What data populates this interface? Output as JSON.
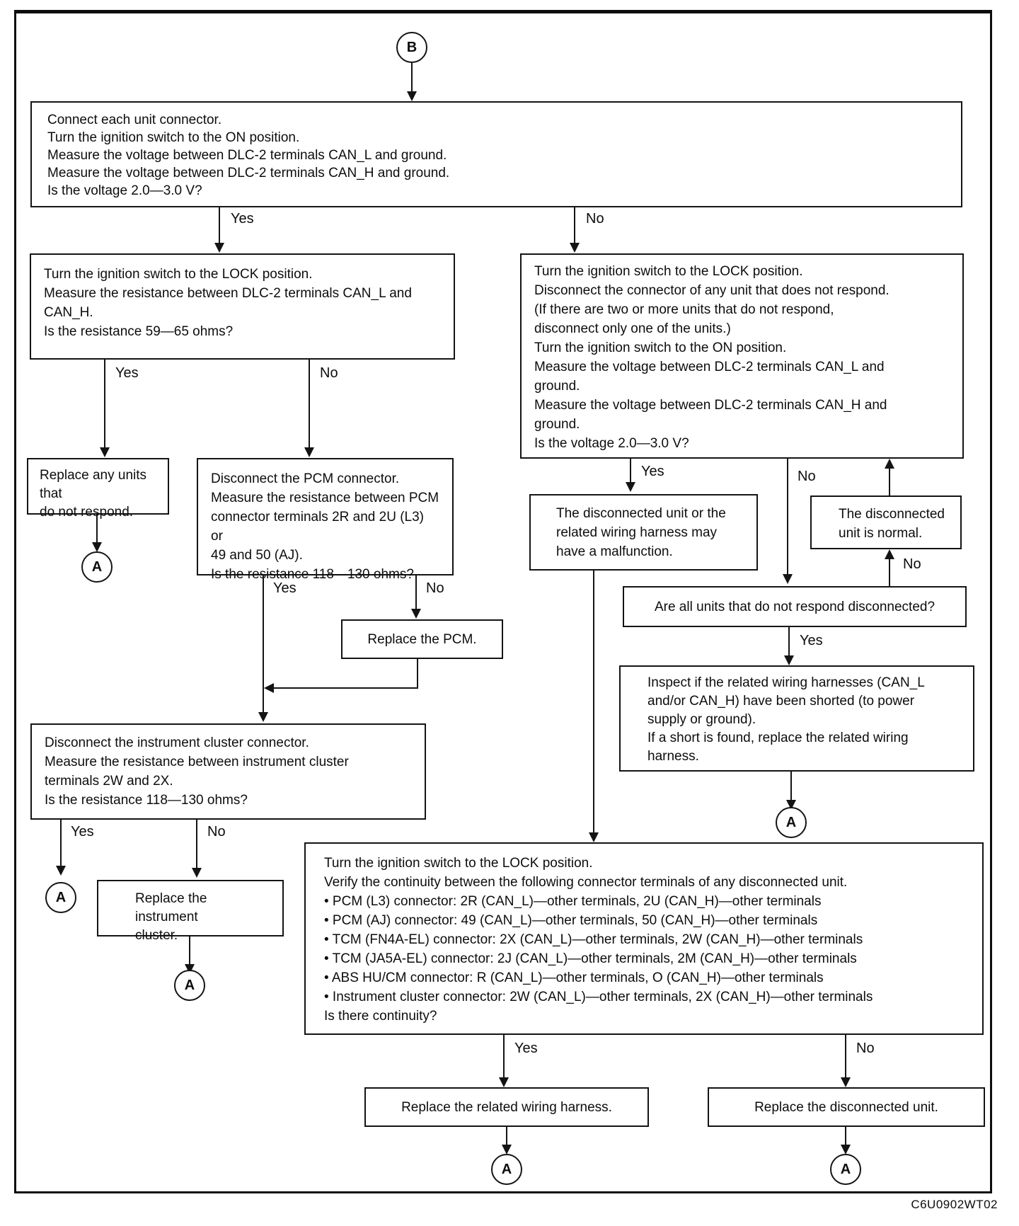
{
  "diagram": {
    "code": "C6U0902WT02",
    "connectors": {
      "entry": "B",
      "exit": "A"
    },
    "labels": {
      "yes": "Yes",
      "no": "No"
    },
    "boxes": {
      "connect_units": {
        "lines": [
          "Connect each unit connector.",
          "Turn the ignition switch to the ON position.",
          "Measure the voltage between DLC-2 terminals CAN_L and ground.",
          "Measure the voltage between DLC-2 terminals CAN_H and ground.",
          "Is the voltage 2.0—3.0 V?"
        ]
      },
      "lock_resistance": {
        "lines": [
          "Turn the ignition switch to the LOCK position.",
          "Measure the resistance between DLC-2 terminals CAN_L and",
          "CAN_H.",
          "Is the resistance 59—65 ohms?"
        ]
      },
      "lock_disconnect": {
        "lines": [
          "Turn the ignition switch to the LOCK position.",
          "Disconnect the connector of any unit that does not respond.",
          "(If there are two or more units that do not respond,",
          "disconnect only one of the units.)",
          "Turn the ignition switch to the ON position.",
          "Measure the voltage between DLC-2 terminals CAN_L and",
          "ground.",
          "Measure the voltage between DLC-2 terminals CAN_H and",
          "ground.",
          "Is the voltage 2.0—3.0 V?"
        ]
      },
      "replace_units": {
        "lines": [
          "Replace any units that",
          "do not respond."
        ]
      },
      "pcm_resistance": {
        "lines": [
          "Disconnect the PCM connector.",
          "Measure the resistance between PCM",
          "connector terminals 2R and 2U (L3) or",
          "49 and 50 (AJ).",
          "Is the resistance 118—130 ohms?"
        ]
      },
      "replace_pcm": {
        "lines": [
          "Replace the PCM."
        ]
      },
      "instrument_cluster": {
        "lines": [
          "Disconnect the instrument cluster connector.",
          "Measure the resistance between instrument cluster",
          "terminals 2W and 2X.",
          "Is the resistance 118—130 ohms?"
        ]
      },
      "replace_instrument": {
        "lines": [
          "Replace the instrument",
          "cluster."
        ]
      },
      "unit_malfunction": {
        "lines": [
          "The disconnected unit or the",
          "related wiring harness may",
          "have a malfunction."
        ]
      },
      "unit_normal": {
        "lines": [
          "The disconnected",
          "unit is normal."
        ]
      },
      "all_disconnected": {
        "lines": [
          "Are all units that do not respond disconnected?"
        ]
      },
      "inspect_harness": {
        "lines": [
          "Inspect if the related wiring harnesses (CAN_L",
          "and/or CAN_H) have been shorted (to power",
          "supply or ground).",
          "If a short is found, replace the related wiring",
          "harness."
        ]
      },
      "verify_continuity": {
        "lines": [
          "Turn the ignition switch to the LOCK position.",
          "Verify the continuity between the following connector terminals of any disconnected unit.",
          "• PCM (L3) connector: 2R (CAN_L)—other terminals, 2U (CAN_H)—other terminals",
          "• PCM (AJ) connector: 49 (CAN_L)—other terminals, 50 (CAN_H)—other terminals",
          "• TCM (FN4A-EL) connector: 2X (CAN_L)—other terminals, 2W (CAN_H)—other terminals",
          "• TCM (JA5A-EL) connector: 2J (CAN_L)—other terminals, 2M (CAN_H)—other terminals",
          "• ABS HU/CM connector: R (CAN_L)—other terminals, O (CAN_H)—other terminals",
          "• Instrument cluster connector: 2W (CAN_L)—other terminals, 2X (CAN_H)—other terminals",
          "Is there continuity?"
        ]
      },
      "replace_harness": {
        "lines": [
          "Replace the related wiring harness."
        ]
      },
      "replace_unit": {
        "lines": [
          "Replace the disconnected unit."
        ]
      }
    }
  }
}
